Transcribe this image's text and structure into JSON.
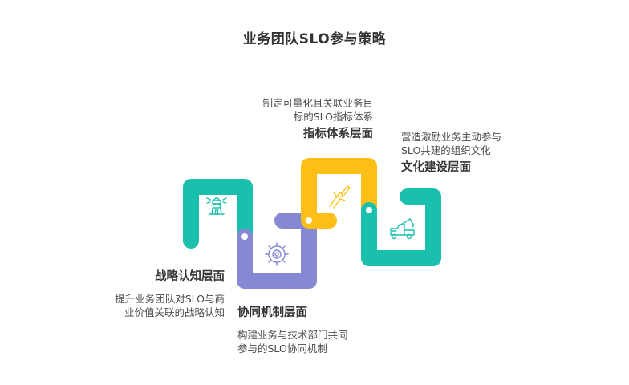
{
  "title": "业务团队SLO参与策略",
  "sections": [
    {
      "heading": "战略认知层面",
      "desc_lines": [
        "提升业务团队对SLO与商",
        "业价值关联的战略认知"
      ],
      "color": "#1bbfae",
      "icon": "lighthouse-icon"
    },
    {
      "heading": "协同机制层面",
      "desc_lines": [
        "构建业务与技术部门共同",
        "参与的SLO协同机制"
      ],
      "color": "#8589d4",
      "icon": "gear-icon"
    },
    {
      "heading": "指标体系层面",
      "desc_lines": [
        "制定可量化且关联业务目",
        "标的SLO指标体系"
      ],
      "color": "#fbbf17",
      "icon": "pliers-icon"
    },
    {
      "heading": "文化建设层面",
      "desc_lines": [
        "营造激励业务主动参与",
        "SLO共建的组织文化"
      ],
      "color": "#1bbfae",
      "icon": "tow-truck-icon"
    }
  ]
}
